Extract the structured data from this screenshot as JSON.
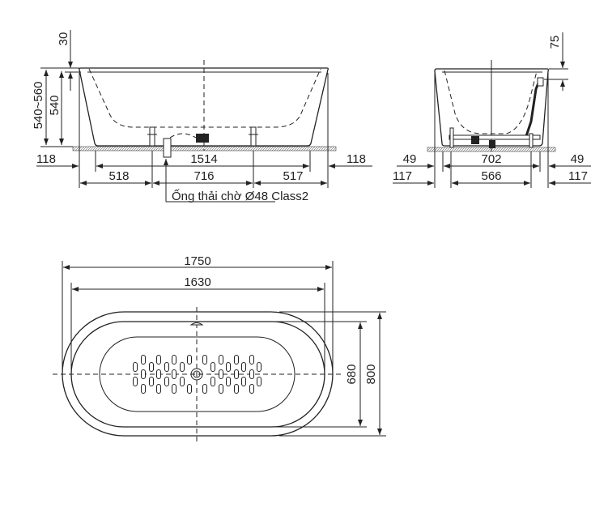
{
  "side_view": {
    "rim_height": "30",
    "height_range": "540~560",
    "height": "540",
    "overhang_left": "118",
    "overhang_right": "118",
    "base_length": "1514",
    "leg_left_offset": "518",
    "leg_spacing": "716",
    "leg_right_offset": "517",
    "drain_note": "Ống thải chờ Ø48 Class2"
  },
  "end_view": {
    "rim_height": "75",
    "overhang_upper_left": "49",
    "overhang_upper_right": "49",
    "overhang_lower_left": "117",
    "overhang_lower_right": "117",
    "base_width": "702",
    "leg_spacing": "566"
  },
  "top_view": {
    "overall_length": "1750",
    "inner_length": "1630",
    "inner_width": "680",
    "overall_width": "800"
  }
}
